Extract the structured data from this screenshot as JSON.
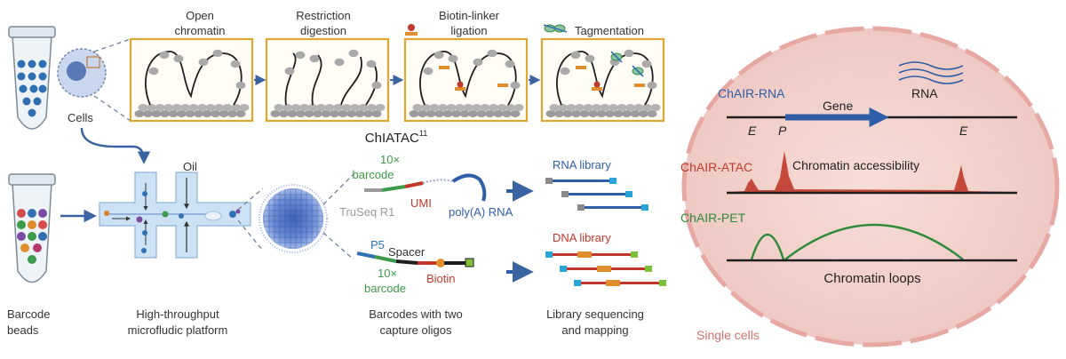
{
  "colors": {
    "accent_blue": "#2f5ea8",
    "atac_red": "#c0392b",
    "pet_green": "#2e8b3e",
    "panel_gold": "#e0a634",
    "cell_pink": "#e7a8a4",
    "single_cells_text": "#d1736d"
  },
  "left": {
    "cells_label": "Cells",
    "oil_label": "Oil",
    "barcode_beads_label": [
      "Barcode",
      "beads"
    ],
    "platform_label": [
      "High-throughput",
      "microfludic platform"
    ]
  },
  "steps": [
    {
      "label": [
        "Open",
        "chromatin"
      ]
    },
    {
      "label": [
        "Restriction",
        "digestion"
      ]
    },
    {
      "label": [
        "Biotin-linker",
        "ligation"
      ]
    },
    {
      "label": [
        "Tagmentation"
      ]
    }
  ],
  "chiatac": {
    "label": "ChIATAC",
    "ref": "11"
  },
  "oligos": {
    "rna": {
      "barcode": [
        "10×",
        "barcode"
      ],
      "truseq": "TruSeq R1",
      "umi": "UMI",
      "polya": "poly(A) RNA"
    },
    "dna": {
      "p5": "P5",
      "spacer": "Spacer",
      "barcode": [
        "10×",
        "barcode"
      ],
      "biotin": "Biotin"
    },
    "caption": [
      "Barcodes with two",
      "capture oligos"
    ]
  },
  "library": {
    "rna": "RNA library",
    "dna": "DNA library",
    "caption": [
      "Library sequencing",
      "and mapping"
    ]
  },
  "single_cell": {
    "chair_rna": "ChAIR-RNA",
    "rna": "RNA",
    "gene": "Gene",
    "e_left": "E",
    "p": "P",
    "e_right": "E",
    "chair_atac": "ChAIR-ATAC",
    "accessibility": "Chromatin accessibility",
    "chair_pet": "ChAIR-PET",
    "loops": "Chromatin loops",
    "footer": "Single cells"
  }
}
